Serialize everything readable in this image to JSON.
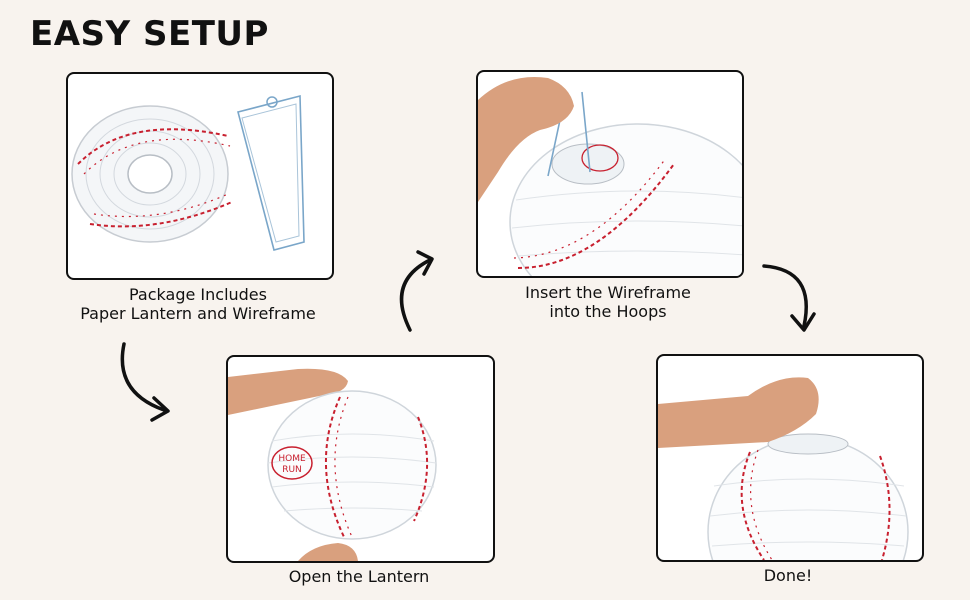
{
  "header": {
    "title": "EASY SETUP"
  },
  "steps": [
    {
      "caption_line1": "Package Includes",
      "caption_line2": "Paper Lantern and Wireframe"
    },
    {
      "caption_line1": "Open the Lantern"
    },
    {
      "caption_line1": "Insert the Wireframe",
      "caption_line2": "into the Hoops"
    },
    {
      "caption_line1": "Done!"
    }
  ],
  "lantern_stamp": {
    "line1": "HOME",
    "line2": "RUN"
  },
  "colors": {
    "background": "#f8f3ee",
    "panel_border": "#111111",
    "stitch_red": "#c8202f",
    "lantern_white": "#ffffff",
    "skin": "#d9a07e"
  },
  "icons": [
    "curved-arrow-icon"
  ]
}
